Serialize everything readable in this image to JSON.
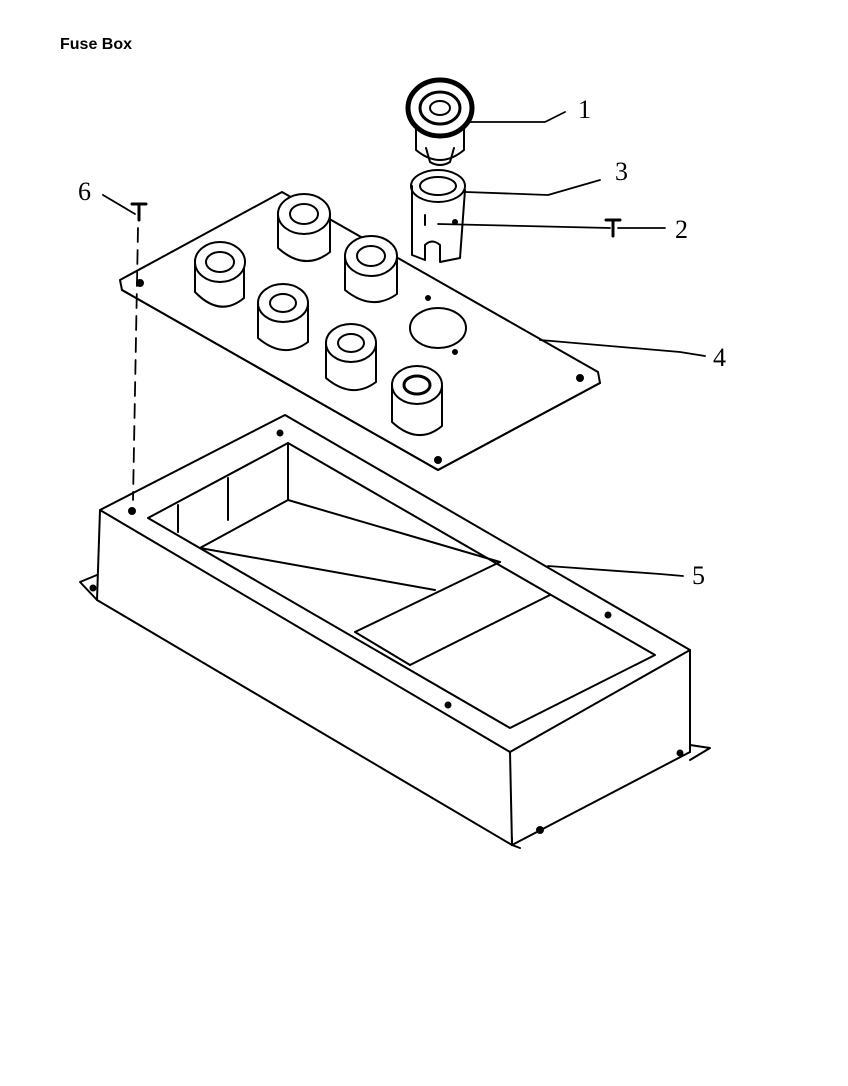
{
  "title": "Fuse Box",
  "callouts": [
    {
      "id": "1",
      "text": "1"
    },
    {
      "id": "2",
      "text": "2"
    },
    {
      "id": "3",
      "text": "3"
    },
    {
      "id": "4",
      "text": "4"
    },
    {
      "id": "5",
      "text": "5"
    },
    {
      "id": "6",
      "text": "6"
    }
  ]
}
